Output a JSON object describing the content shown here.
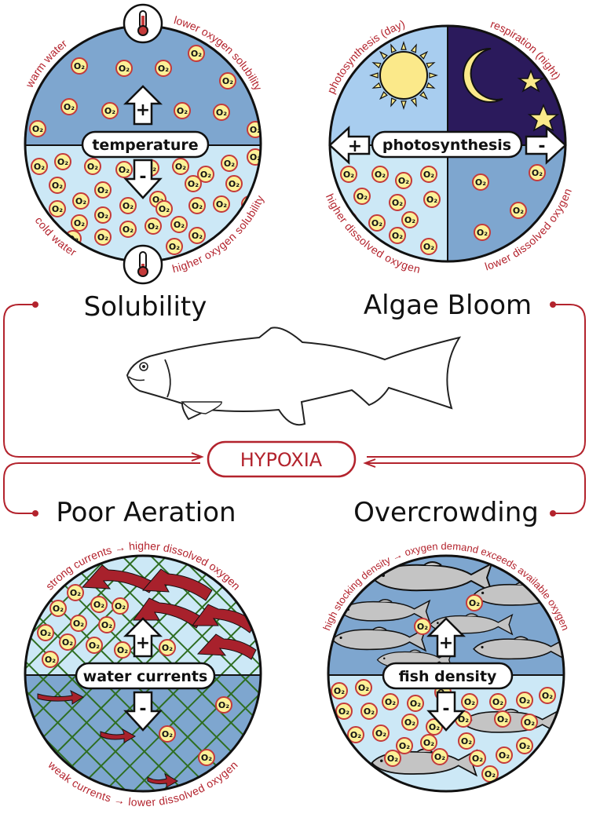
{
  "colors": {
    "accent": "#b3232d",
    "water_light": "#cce8f6",
    "water_dark": "#7ea6cf",
    "night": "#2b1a5c",
    "sun": "#fbe98a",
    "o2_fill": "#fcf197",
    "o2_stroke": "#c43a3a",
    "net": "#2e6e22",
    "current_arrow": "#a8212c",
    "fish_fill": "#c4c4c4"
  },
  "center": {
    "label": "HYPOXIA",
    "fish_icon": "salmon-outline-icon"
  },
  "panels": {
    "solubility": {
      "title": "Solubility",
      "pill": "temperature",
      "top_left": "warm water",
      "top_right": "lower oxygen solubility",
      "bottom_left": "cold water",
      "bottom_right": "higher oxygen solubility",
      "up_sign": "+",
      "down_sign": "-",
      "icon": "thermometer-icon"
    },
    "algae": {
      "title": "Algae Bloom",
      "pill": "photosynthesis",
      "top_left": "photosynthesis (day)",
      "top_right": "respiration (night)",
      "bottom_left": "higher dissolved oxygen",
      "bottom_right": "lower dissolved oxygen",
      "left_sign": "+",
      "right_sign": "-",
      "icons": [
        "sun-icon",
        "moon-icon",
        "star-icon"
      ]
    },
    "aeration": {
      "title": "Poor Aeration",
      "pill": "water currents",
      "top_label": "strong currents → higher dissolved oxygen",
      "bottom_label": "weak currents → lower dissolved oxygen",
      "up_sign": "+",
      "down_sign": "-",
      "icons": [
        "net-icon",
        "current-arrow-icon"
      ]
    },
    "overcrowding": {
      "title": "Overcrowding",
      "pill": "fish density",
      "top_label": "high stocking density → oxygen demand exceeds available oxygen",
      "up_sign": "+",
      "down_sign": "-",
      "icons": [
        "fish-icon"
      ]
    }
  },
  "o2_label": "O₂"
}
